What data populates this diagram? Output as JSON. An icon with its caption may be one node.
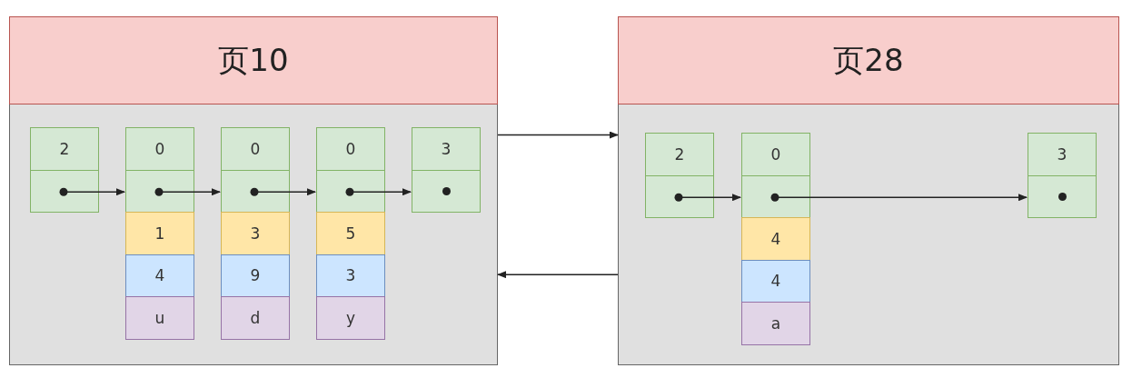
{
  "diagram": {
    "nodes": [
      {
        "text": [
          "页10"
        ]
      },
      {
        "text": [
          "2"
        ],
        "in": 0
      },
      {
        "text": [
          "0",
          "1",
          "4",
          "u"
        ],
        "in": 0
      },
      {
        "text": [
          "0",
          "3",
          "9",
          "d"
        ],
        "in": 0
      },
      {
        "text": [
          "0",
          "5",
          "3",
          "y"
        ],
        "in": 0
      },
      {
        "text": [
          "3"
        ],
        "in": 0
      },
      {
        "text": [
          "页28"
        ]
      },
      {
        "text": [
          "2"
        ],
        "in": 6
      },
      {
        "text": [
          "0",
          "4",
          "4",
          "a"
        ],
        "in": 6
      },
      {
        "text": [
          "3"
        ],
        "in": 6
      }
    ],
    "edges": [
      {
        "from": 1,
        "to": 2,
        "arrow": "to"
      },
      {
        "from": 2,
        "to": 3,
        "arrow": "to"
      },
      {
        "from": 3,
        "to": 4,
        "arrow": "to"
      },
      {
        "from": 4,
        "to": 5,
        "arrow": "to"
      },
      {
        "from": 0,
        "to": 6,
        "arrow": "to"
      },
      {
        "from": 6,
        "to": 0,
        "arrow": "to"
      },
      {
        "from": 7,
        "to": 8,
        "arrow": "to"
      },
      {
        "from": 8,
        "to": 9,
        "arrow": "to"
      }
    ]
  }
}
